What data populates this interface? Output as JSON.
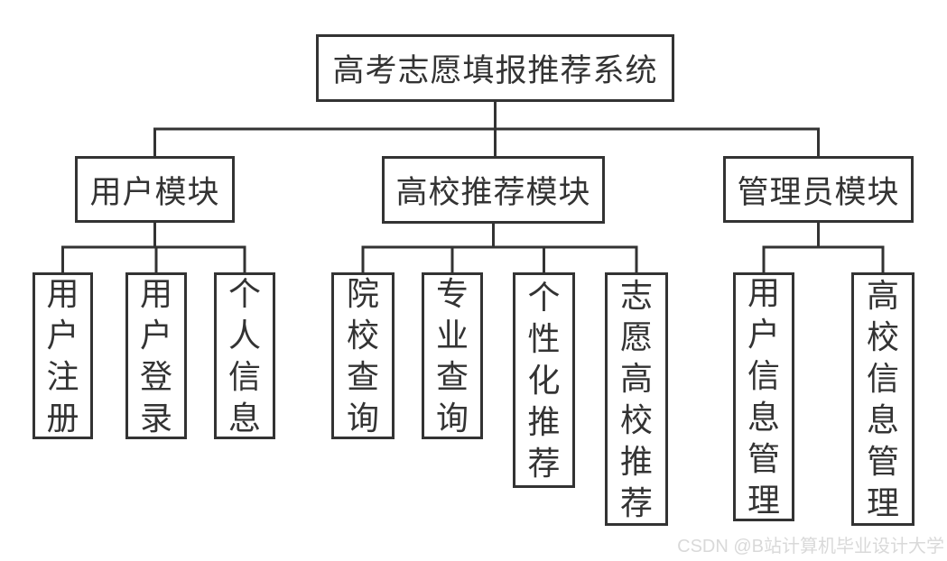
{
  "title": {
    "label": "高考志愿填报推荐系统"
  },
  "modules": [
    {
      "label": "用户模块",
      "children": [
        {
          "label": "用户注册"
        },
        {
          "label": "用户登录"
        },
        {
          "label": "个人信息"
        }
      ]
    },
    {
      "label": "高校推荐模块",
      "children": [
        {
          "label": "院校查询"
        },
        {
          "label": "专业查询"
        },
        {
          "label": "个性化推荐"
        },
        {
          "label": "志愿高校推荐"
        }
      ]
    },
    {
      "label": "管理员模块",
      "children": [
        {
          "label": "用户信息管理"
        },
        {
          "label": "高校信息管理"
        }
      ]
    }
  ],
  "watermark": {
    "text": "CSDN @B站计算机毕业设计大学"
  },
  "colors": {
    "line": "#333333",
    "text": "#333333",
    "watermark": "#d9d9d9",
    "background": "#ffffff"
  }
}
